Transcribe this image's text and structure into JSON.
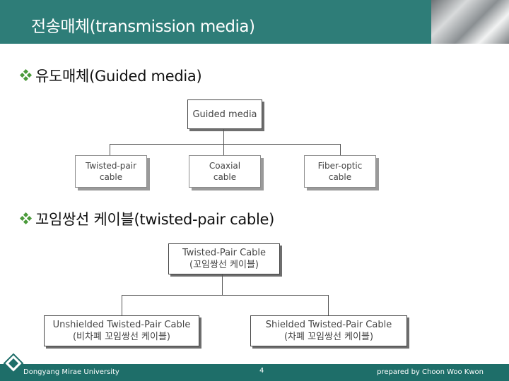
{
  "slide": {
    "title": "전송매체(transmission media)",
    "bullet1": "유도매체(Guided media)",
    "bullet2": "꼬임쌍선 케이블(twisted-pair cable)"
  },
  "diagram1": {
    "root": "Guided media",
    "child1_line1": "Twisted-pair",
    "child1_line2": "cable",
    "child2_line1": "Coaxial",
    "child2_line2": "cable",
    "child3_line1": "Fiber-optic",
    "child3_line2": "cable"
  },
  "diagram2": {
    "root_line1": "Twisted-Pair Cable",
    "root_line2": "(꼬임쌍선 케이블)",
    "left_line1": "Unshielded Twisted-Pair Cable",
    "left_line2": "(비차폐 꼬임쌍선 케이블)",
    "right_line1": "Shielded Twisted-Pair Cable",
    "right_line2": "(차폐 꼬임쌍선 케이블)"
  },
  "footer": {
    "left": "Dongyang Mirae University",
    "page": "4",
    "right": "prepared by Choon Woo Kwon"
  },
  "colors": {
    "titlebar": "#2e7d78",
    "footer": "#1e6e69",
    "bullet": "#4a9a3a"
  },
  "icons": {
    "bullet": "diamond-bullet-icon",
    "logo": "diamond-logo-icon"
  }
}
